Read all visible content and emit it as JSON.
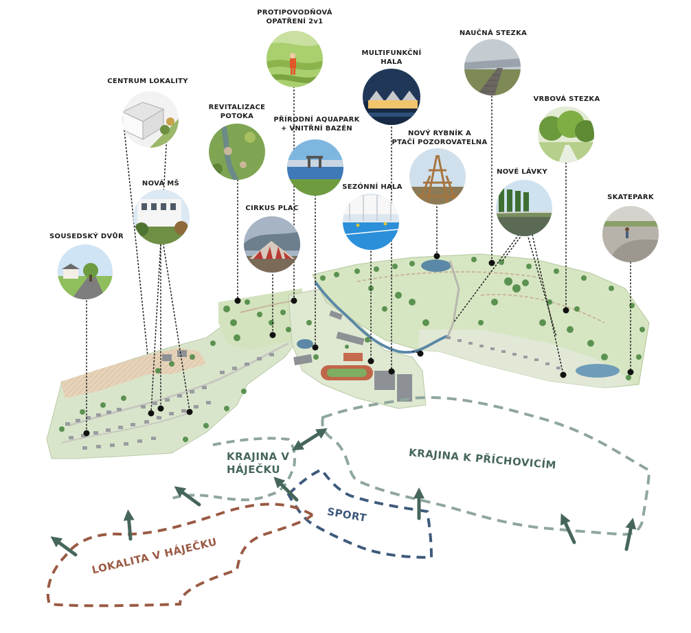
{
  "colors": {
    "landscape": "#607d72",
    "landscape_dark": "#46665a",
    "sport": "#3e5a7c",
    "locality": "#9a5a44",
    "park_green": "#d7e6c2",
    "tree_green": "#4e8a45",
    "water": "#5b88a6",
    "leader": "#222222"
  },
  "points_of_interest": [
    {
      "id": "sousedsky-dvur",
      "label": "SOUSEDSKÝ DVŮR",
      "icon": "courtyard-photo"
    },
    {
      "id": "centrum-lokality",
      "label": "CENTRUM LOKALITY",
      "icon": "town-centre-photo"
    },
    {
      "id": "nova-ms",
      "label": "NOVÁ MŠ",
      "icon": "kindergarten-photo"
    },
    {
      "id": "revitalizace-potoka",
      "label": "REVITALIZACE\nPOTOKA",
      "icon": "stream-photo"
    },
    {
      "id": "protipovodnova",
      "label": "PROTIPOVODŇOVÁ\nOPATŘENÍ 2v1",
      "icon": "flood-protection-photo"
    },
    {
      "id": "cirkus-plac",
      "label": "CIRKUS PLAC",
      "icon": "circus-tent-photo"
    },
    {
      "id": "aquapark",
      "label": "PŘÍRODNÍ AQUAPARK\n+ VNITŘNÍ BAZÉN",
      "icon": "aquapark-photo"
    },
    {
      "id": "multifunkcni-hala",
      "label": "MULTIFUNKČNÍ\nHALA",
      "icon": "hall-photo"
    },
    {
      "id": "sezonni-hala",
      "label": "SEZÓNNÍ HALA",
      "icon": "seasonal-hall-photo"
    },
    {
      "id": "novy-rybnik",
      "label": "NOVÝ RYBNÍK A\nPTAČÍ POZOROVATELNA",
      "icon": "bird-tower-photo"
    },
    {
      "id": "naucna-stezka",
      "label": "NAUČNÁ STEZKA",
      "icon": "boardwalk-photo"
    },
    {
      "id": "nove-lavky",
      "label": "NOVÉ LÁVKY",
      "icon": "footbridge-photo"
    },
    {
      "id": "vrbova-stezka",
      "label": "VRBOVÁ STEZKA",
      "icon": "willow-path-photo"
    },
    {
      "id": "skatepark",
      "label": "SKATEPARK",
      "icon": "skatepark-photo"
    }
  ],
  "zones": {
    "krajina_v_hajecku": "KRAJINA V\nHÁJEČKU",
    "krajina_k_prichovicim": "KRAJINA K PŘÍCHOVICÍM",
    "sport": "SPORT",
    "lokalita_v_hajecku": "LOKALITA V HÁJEČKU"
  }
}
